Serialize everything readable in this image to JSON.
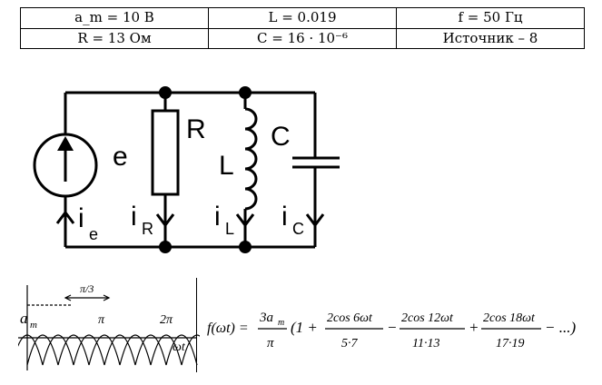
{
  "params_table": {
    "rows": [
      [
        "a_m = 10 В",
        "L = 0.019",
        "f = 50 Гц"
      ],
      [
        "R = 13 Ом",
        "C = 16 · 10⁻⁶",
        "Источник – 8"
      ]
    ]
  },
  "circuit": {
    "labels": {
      "source": "e",
      "source_current": "i",
      "source_current_sub": "e",
      "resistor": "R",
      "resistor_current": "i",
      "resistor_current_sub": "R",
      "inductor": "L",
      "inductor_current": "i",
      "inductor_current_sub": "L",
      "capacitor": "C",
      "capacitor_current": "i",
      "capacitor_current_sub": "C"
    }
  },
  "waveform": {
    "amplitude_label": "a",
    "amplitude_sub": "m",
    "period_label": "π/3",
    "pi_label": "π",
    "two_pi_label": "2π",
    "axis_label": "ωt"
  },
  "formula": {
    "lhs": "f(ωt) =",
    "coef_num": "3a",
    "coef_num_sub": "m",
    "coef_den": "π",
    "open": "(1 +",
    "t1_num": "2cos 6ωt",
    "t1_den": "5·7",
    "op1": "−",
    "t2_num": "2cos 12ωt",
    "t2_den": "11·13",
    "op2": "+",
    "t3_num": "2cos 18ωt",
    "t3_den": "17·19",
    "tail": "− ...)"
  }
}
